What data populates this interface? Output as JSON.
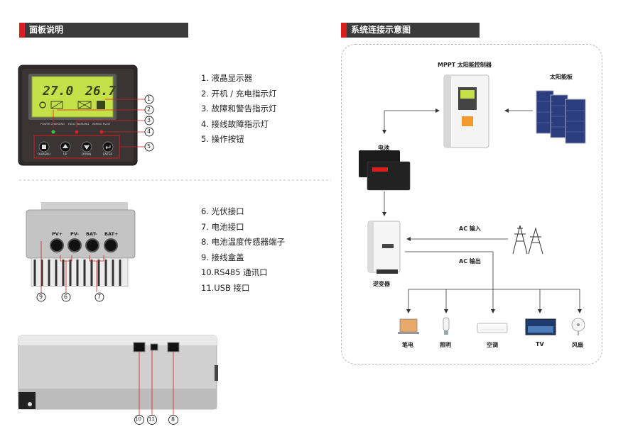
{
  "panel_section": {
    "title": "面板说明",
    "items": [
      "1.  液晶显示器",
      "2.  开机 / 充电指示灯",
      "3.  故障和警告指示灯",
      "4.  接线故障指示灯",
      "5.  操作按钮"
    ],
    "lcd_left": "27.0",
    "lcd_right": "26.7",
    "indicator_labels": [
      "POWER CHARGING",
      "FAULT WARNING",
      "WIRING FAULT"
    ],
    "buttons": [
      "OHMENU",
      "UP",
      "DOWN",
      "ENTER"
    ],
    "callouts": [
      "1",
      "2",
      "3",
      "4",
      "5"
    ]
  },
  "ports_section": {
    "items": [
      "6.  光伏接口",
      "7.  电池接口",
      "8.  电池温度传感器端子",
      "9.  接线盒盖",
      "10.RS485 通讯口",
      "11.USB 接口"
    ],
    "terminal_labels": [
      "PV+",
      "PV-",
      "BAT-",
      "BAT+"
    ],
    "callouts_bottom": [
      "9",
      "6",
      "7"
    ],
    "callouts_side": [
      "10",
      "11",
      "8"
    ]
  },
  "system_section": {
    "title": "系统连接示意图",
    "controller_label": "MPPT 太阳能控制器",
    "solar_label": "太阳能板",
    "battery_label": "电池",
    "inverter_label": "逆变器",
    "ac_in_label": "AC 输入",
    "ac_out_label": "AC 输出",
    "loads": [
      "笔电",
      "照明",
      "空调",
      "TV",
      "风扇"
    ]
  },
  "colors": {
    "accent_red": "#d81e1e",
    "header_gray": "#3b3b3b",
    "lcd_green": "#c6e04a",
    "line": "#333333"
  }
}
